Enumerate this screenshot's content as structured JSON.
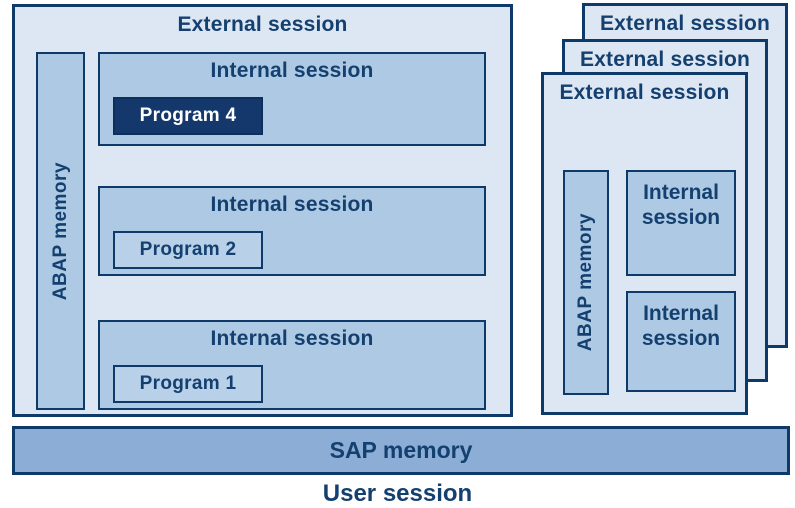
{
  "diagram_title": "User session",
  "colors": {
    "border_navy": "#0e3a69",
    "text_navy": "#14406f",
    "external_fill": "#dde7f4",
    "internal_fill": "#aec9e4",
    "program_fill": "#b9d0e9",
    "highlight_fill": "#14386b",
    "highlight_text": "#ffffff",
    "sap_bar_fill": "#8cadd6",
    "background": "#ffffff"
  },
  "left_external": {
    "title": "External session",
    "abap_label": "ABAP memory",
    "internal_sessions": [
      {
        "title": "Internal session",
        "program": "Program 4",
        "highlighted": true
      },
      {
        "title": "Internal session",
        "program": "Program 2",
        "highlighted": false
      },
      {
        "title": "Internal session",
        "program": "Program 1",
        "highlighted": false
      }
    ]
  },
  "right_stack": {
    "back_title": "External session",
    "middle_title": "External session",
    "front": {
      "title": "External session",
      "abap_label": "ABAP memory",
      "internal_sessions": [
        {
          "title": "Internal session"
        },
        {
          "title": "Internal session"
        }
      ]
    }
  },
  "sap_memory_label": "SAP memory",
  "user_session_label": "User session"
}
